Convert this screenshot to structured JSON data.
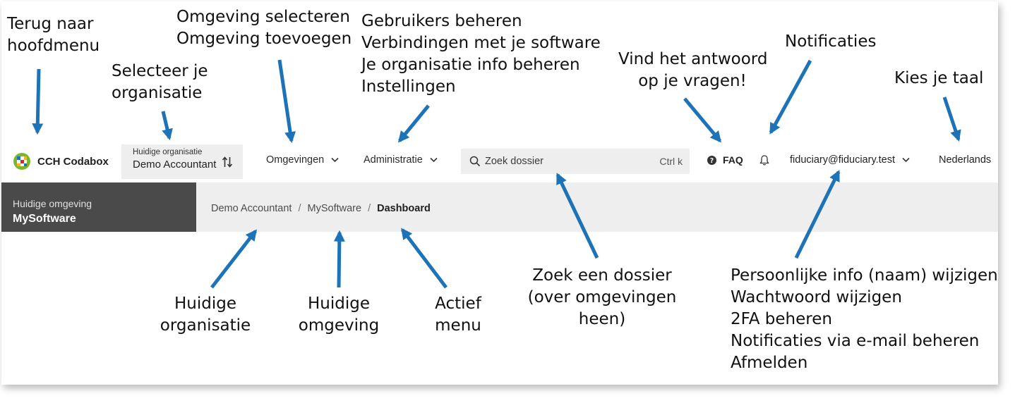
{
  "annotations": {
    "back_main_menu": [
      "Terug naar",
      "hoofdmenu"
    ],
    "select_org": [
      "Selecteer je",
      "organisatie"
    ],
    "environments": [
      "Omgeving selecteren",
      "Omgeving toevoegen"
    ],
    "administration": [
      "Gebruikers beheren",
      "Verbindingen met je software",
      "Je organisatie info beheren",
      "Instellingen"
    ],
    "faq": [
      "Vind het antwoord",
      "op je vragen!"
    ],
    "notifications": [
      "Notificaties"
    ],
    "language": [
      "Kies je taal"
    ],
    "current_org": [
      "Huidige",
      "organisatie"
    ],
    "current_env": [
      "Huidige",
      "omgeving"
    ],
    "active_menu": [
      "Actief",
      "menu"
    ],
    "search": [
      "Zoek een dossier",
      "(over omgevingen",
      "heen)"
    ],
    "user_menu": [
      "Persoonlijke info (naam) wijzigen",
      "Wachtwoord wijzigen",
      "2FA beheren",
      "Notificaties via e-mail beheren",
      "Afmelden"
    ]
  },
  "navbar": {
    "logo_text": "CCH Codabox",
    "org_label": "Huidige organisatie",
    "org_name": "Demo Accountant",
    "environments_label": "Omgevingen",
    "administration_label": "Administratie",
    "search_placeholder": "Zoek dossier",
    "search_shortcut": "Ctrl k",
    "faq_label": "FAQ",
    "user_email": "fiduciary@fiduciary.test",
    "language_label": "Nederlands"
  },
  "subbar": {
    "env_label": "Huidige omgeving",
    "env_name": "MySoftware",
    "breadcrumbs": [
      "Demo Accountant",
      "MySoftware",
      "Dashboard"
    ]
  },
  "colors": {
    "arrow": "#1d73b8",
    "env_box": "#4a4a4a",
    "subbar": "#eeeeee",
    "logo_green": "#7ab829",
    "logo_blue": "#1d73b8",
    "logo_red": "#e5202e",
    "logo_yellow": "#f8b12c"
  }
}
